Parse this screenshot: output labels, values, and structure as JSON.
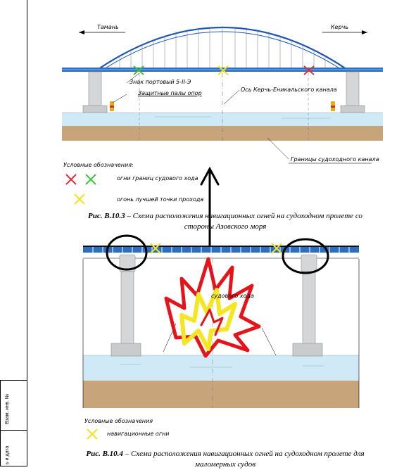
{
  "fig1": {
    "city_left": "Тамань",
    "city_right": "Керчь",
    "label_sign": "Знак портовый 5-II-Э",
    "label_piles": "Защитные палы опор",
    "label_axis": "Ось Керчь-Еникальского канала",
    "label_channel": "Границы судоходного канала"
  },
  "legend1": {
    "title": "Условные обозначения:",
    "item_boundary": "огни границ судового хода",
    "item_best": "огонь лучшей точки прохода"
  },
  "caption1": {
    "number": "Рис. В.10.3",
    "dash": "–",
    "line1": "Схема расположения навигационных огней на судоходном пролете со",
    "line2": "стороны Азовского моря"
  },
  "fig2": {
    "label_route": "судового хода"
  },
  "legend2": {
    "title": "Условные обозначения",
    "item_lights": "навигационные огни"
  },
  "caption2": {
    "number": "Рис. В.10.4",
    "dash": "–",
    "line1": "Схема расположения навигационных огней на судоходном пролете для",
    "line2": "маломерных судов"
  },
  "stamp": {
    "cell1": "Взам. инв. №",
    "cell2": "ь и дата"
  },
  "colors": {
    "water": "#cfe9f7",
    "soil": "#c8a47a",
    "deck": "#2b6fc2",
    "arch": "#1f56b5",
    "pier": "#d4d6d8",
    "light_red": "#e0303a",
    "light_green": "#3cc23c",
    "light_yellow": "#f2e21c",
    "scribble_red": "#e5141b",
    "scribble_yellow": "#f4e622"
  },
  "icons": [
    "arrow-left-icon",
    "arrow-right-icon",
    "nav-light-icon",
    "up-arrow-icon",
    "fire-scribble-icon"
  ]
}
